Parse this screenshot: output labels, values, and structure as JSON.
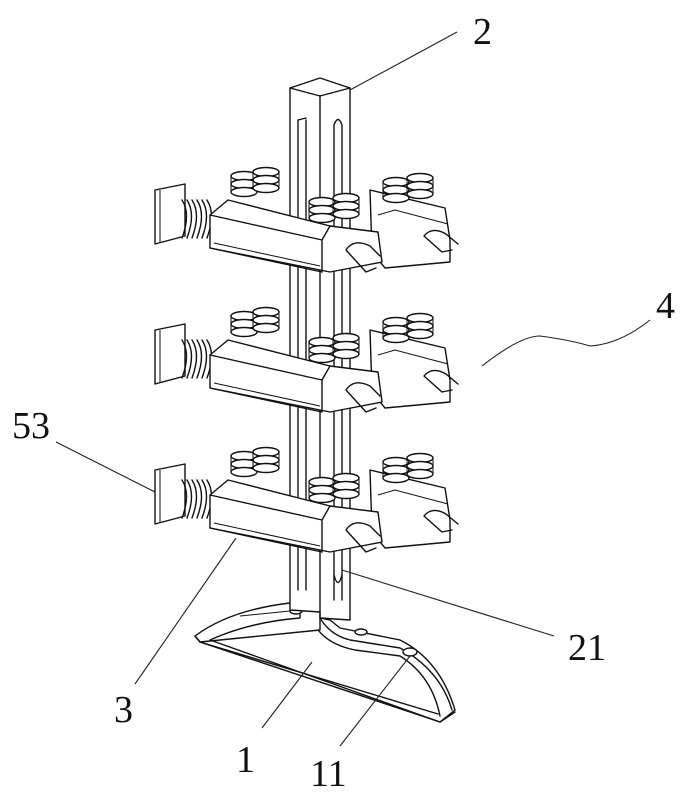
{
  "figure": {
    "type": "patent-mechanical-drawing",
    "description": "Isometric view of a multi-level clamp assembly on a vertical slotted post with curved base"
  },
  "labels": [
    {
      "id": "2",
      "text": "2",
      "refers_to": "vertical post"
    },
    {
      "id": "4",
      "text": "4",
      "refers_to": "clamp assembly (group)"
    },
    {
      "id": "53",
      "text": "53",
      "refers_to": "end plate"
    },
    {
      "id": "21",
      "text": "21",
      "refers_to": "post slot"
    },
    {
      "id": "3",
      "text": "3",
      "refers_to": "clamp body"
    },
    {
      "id": "1",
      "text": "1",
      "refers_to": "base"
    },
    {
      "id": "11",
      "text": "11",
      "refers_to": "base mounting hole"
    }
  ],
  "clamp_levels": 3,
  "clamps_per_level": 2
}
